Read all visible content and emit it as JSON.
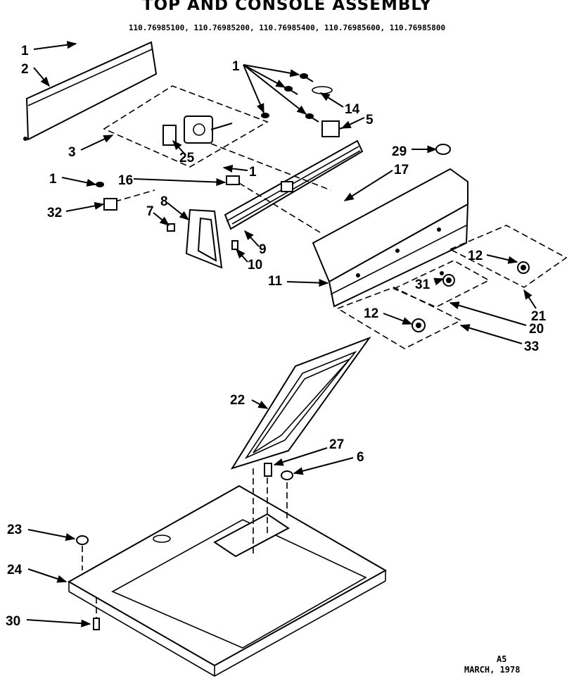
{
  "header": {
    "title": "TOP AND CONSOLE ASSEMBLY",
    "models": "110.76985100, 110.76985200, 110.76985400, 110.76985600, 110.76985800"
  },
  "footer": {
    "code": "A5",
    "date": "MARCH, 1978"
  },
  "callouts": {
    "c1a": "1",
    "c2": "2",
    "c3": "3",
    "c25": "25",
    "c1b": "1",
    "c14": "14",
    "c5": "5",
    "c29": "29",
    "c17": "17",
    "c16": "16",
    "c1c": "1",
    "c1d": "1",
    "c32": "32",
    "c8": "8",
    "c7": "7",
    "c9": "9",
    "c10": "10",
    "c11": "11",
    "c12a": "12",
    "c31": "31",
    "c21": "21",
    "c12b": "12",
    "c20": "20",
    "c33": "33",
    "c22": "22",
    "c27": "27",
    "c6": "6",
    "c23": "23",
    "c24": "24",
    "c30": "30"
  }
}
